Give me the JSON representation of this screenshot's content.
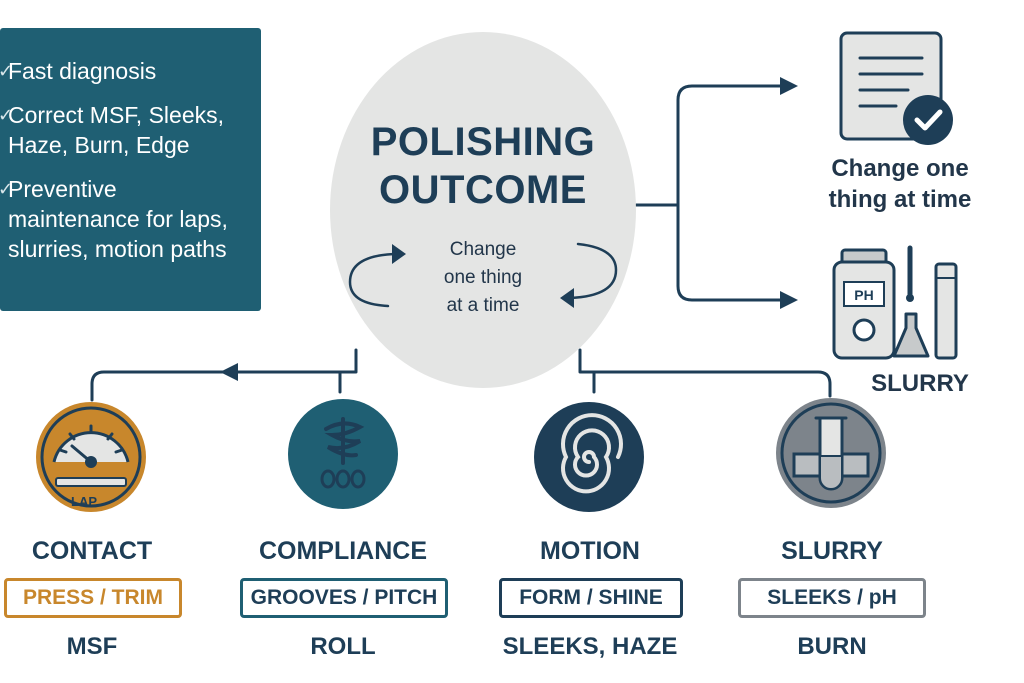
{
  "info_panel": {
    "items": [
      {
        "text": "Fast diagnosis"
      },
      {
        "text": "Correct MSF, Sleeks, Haze, Burn, Edge"
      },
      {
        "text": "Preventive maintenance for laps, slurries, motion paths"
      }
    ]
  },
  "center": {
    "title_line1": "POLISHING",
    "title_line2": "OUTCOME",
    "sub_line1": "Change",
    "sub_line2": "one thing",
    "sub_line3": "at a time"
  },
  "right": {
    "checklist_label_line1": "Change one",
    "checklist_label_line2": "thing at time",
    "checklist_icon": "checklist-icon",
    "slurry_label": "SLURRY",
    "slurry_icon": "ph-meter-icon",
    "ph_text": "PH"
  },
  "categories": [
    {
      "title": "CONTACT",
      "box": "PRESS / TRIM",
      "bottom": "MSF",
      "icon": "gauge-icon",
      "icon_text": "LAP",
      "color": "#c8872c"
    },
    {
      "title": "COMPLIANCE",
      "box": "GROOVES / PITCH",
      "bottom": "ROLL",
      "icon": "spring-icon",
      "color": "#1f5f73"
    },
    {
      "title": "MOTION",
      "box": "FORM / SHINE",
      "bottom": "SLEEKS, HAZE",
      "icon": "spiral-icon",
      "color": "#1e3e57"
    },
    {
      "title": "SLURRY",
      "box": "SLEEKS / pH",
      "bottom": "BURN",
      "icon": "test-tube-icon",
      "color": "#7d848b"
    }
  ],
  "colors": {
    "teal": "#1f5f73",
    "navy": "#1e3e57",
    "orange": "#c8872c",
    "gray": "#7d848b",
    "light_gray": "#e4e5e4"
  }
}
